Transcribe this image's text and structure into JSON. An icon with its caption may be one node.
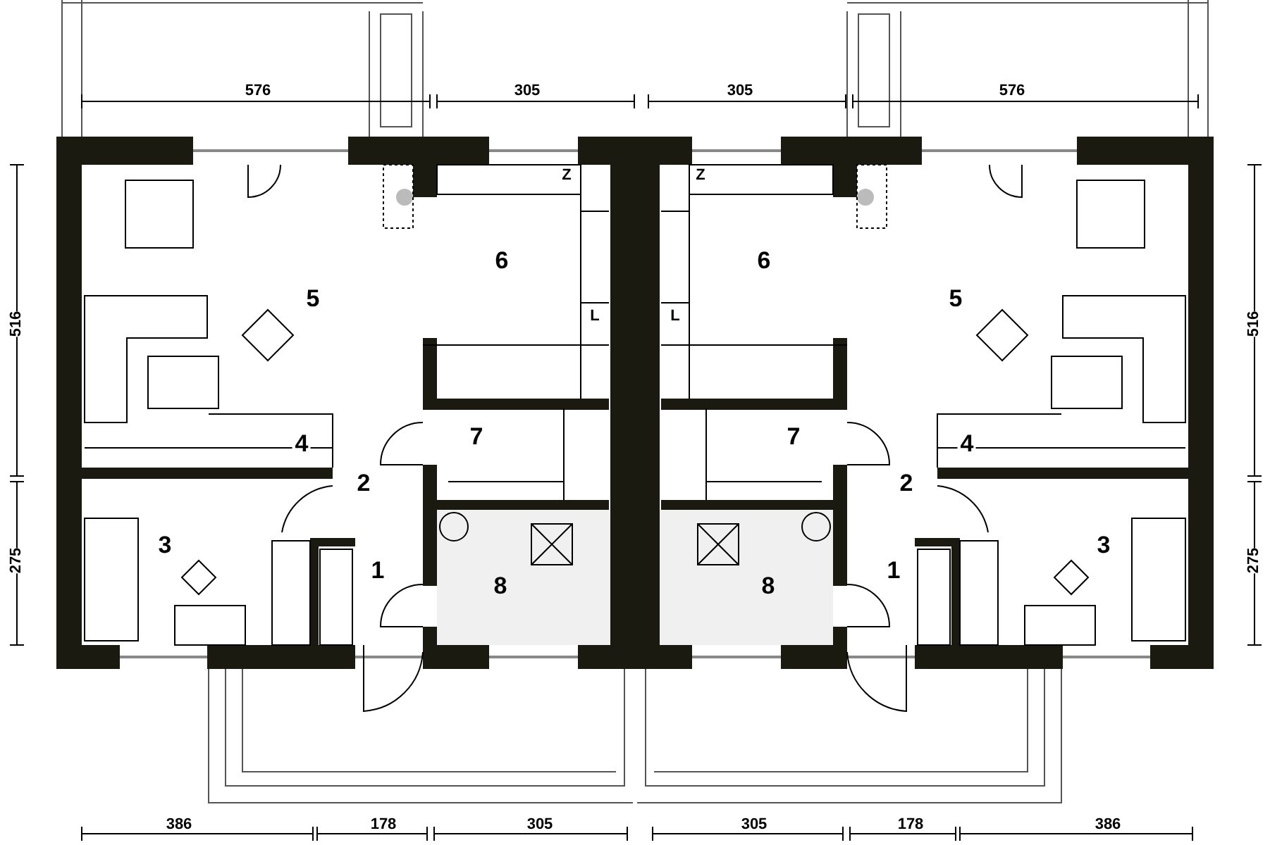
{
  "diagram": {
    "labels": [
      "576",
      "305",
      "305",
      "576",
      "Z",
      "Z",
      "6",
      "6",
      "516",
      "5",
      "5",
      "516",
      "L",
      "L",
      "7",
      "4",
      "7",
      "4",
      "2",
      "2",
      "3",
      "3",
      "275",
      "275",
      "1",
      "8",
      "8",
      "1",
      "386",
      "178",
      "305",
      "305",
      "178",
      "386"
    ]
  }
}
